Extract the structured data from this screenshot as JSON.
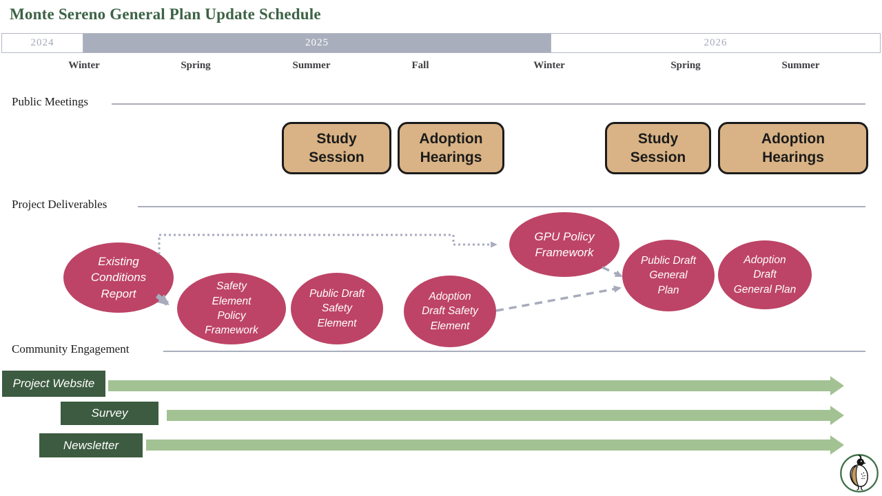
{
  "title": "Monte Sereno General Plan Update Schedule",
  "timeline": {
    "years": [
      "2024",
      "2025",
      "2026"
    ],
    "seasons": [
      "Winter",
      "Spring",
      "Summer",
      "Fall",
      "Winter",
      "Spring",
      "Summer"
    ]
  },
  "public_meetings": {
    "label": "Public Meetings",
    "boxes": [
      "Study Session",
      "Adoption Hearings",
      "Study Session",
      "Adoption Hearings"
    ]
  },
  "project_deliverables": {
    "label": "Project Deliverables",
    "ellipses": [
      "Existing Conditions Report",
      "Safety Element Policy Framework",
      "Public Draft Safety Element",
      "Adoption Draft Safety Element",
      "GPU Policy Framework",
      "Public Draft General Plan",
      "Adoption Draft General Plan"
    ]
  },
  "community_engagement": {
    "label": "Community Engagement",
    "rows": [
      "Project Website",
      "Survey",
      "Newsletter"
    ]
  },
  "colors": {
    "title_green": "#3c6346",
    "year_gray": "#a9aebc",
    "ellipse_pink": "#bd4466",
    "meeting_tan": "#d9b385",
    "engagement_dark_green": "#3c5b40",
    "engagement_light_green": "#a2c293",
    "connector_gray": "#a8abbc"
  }
}
